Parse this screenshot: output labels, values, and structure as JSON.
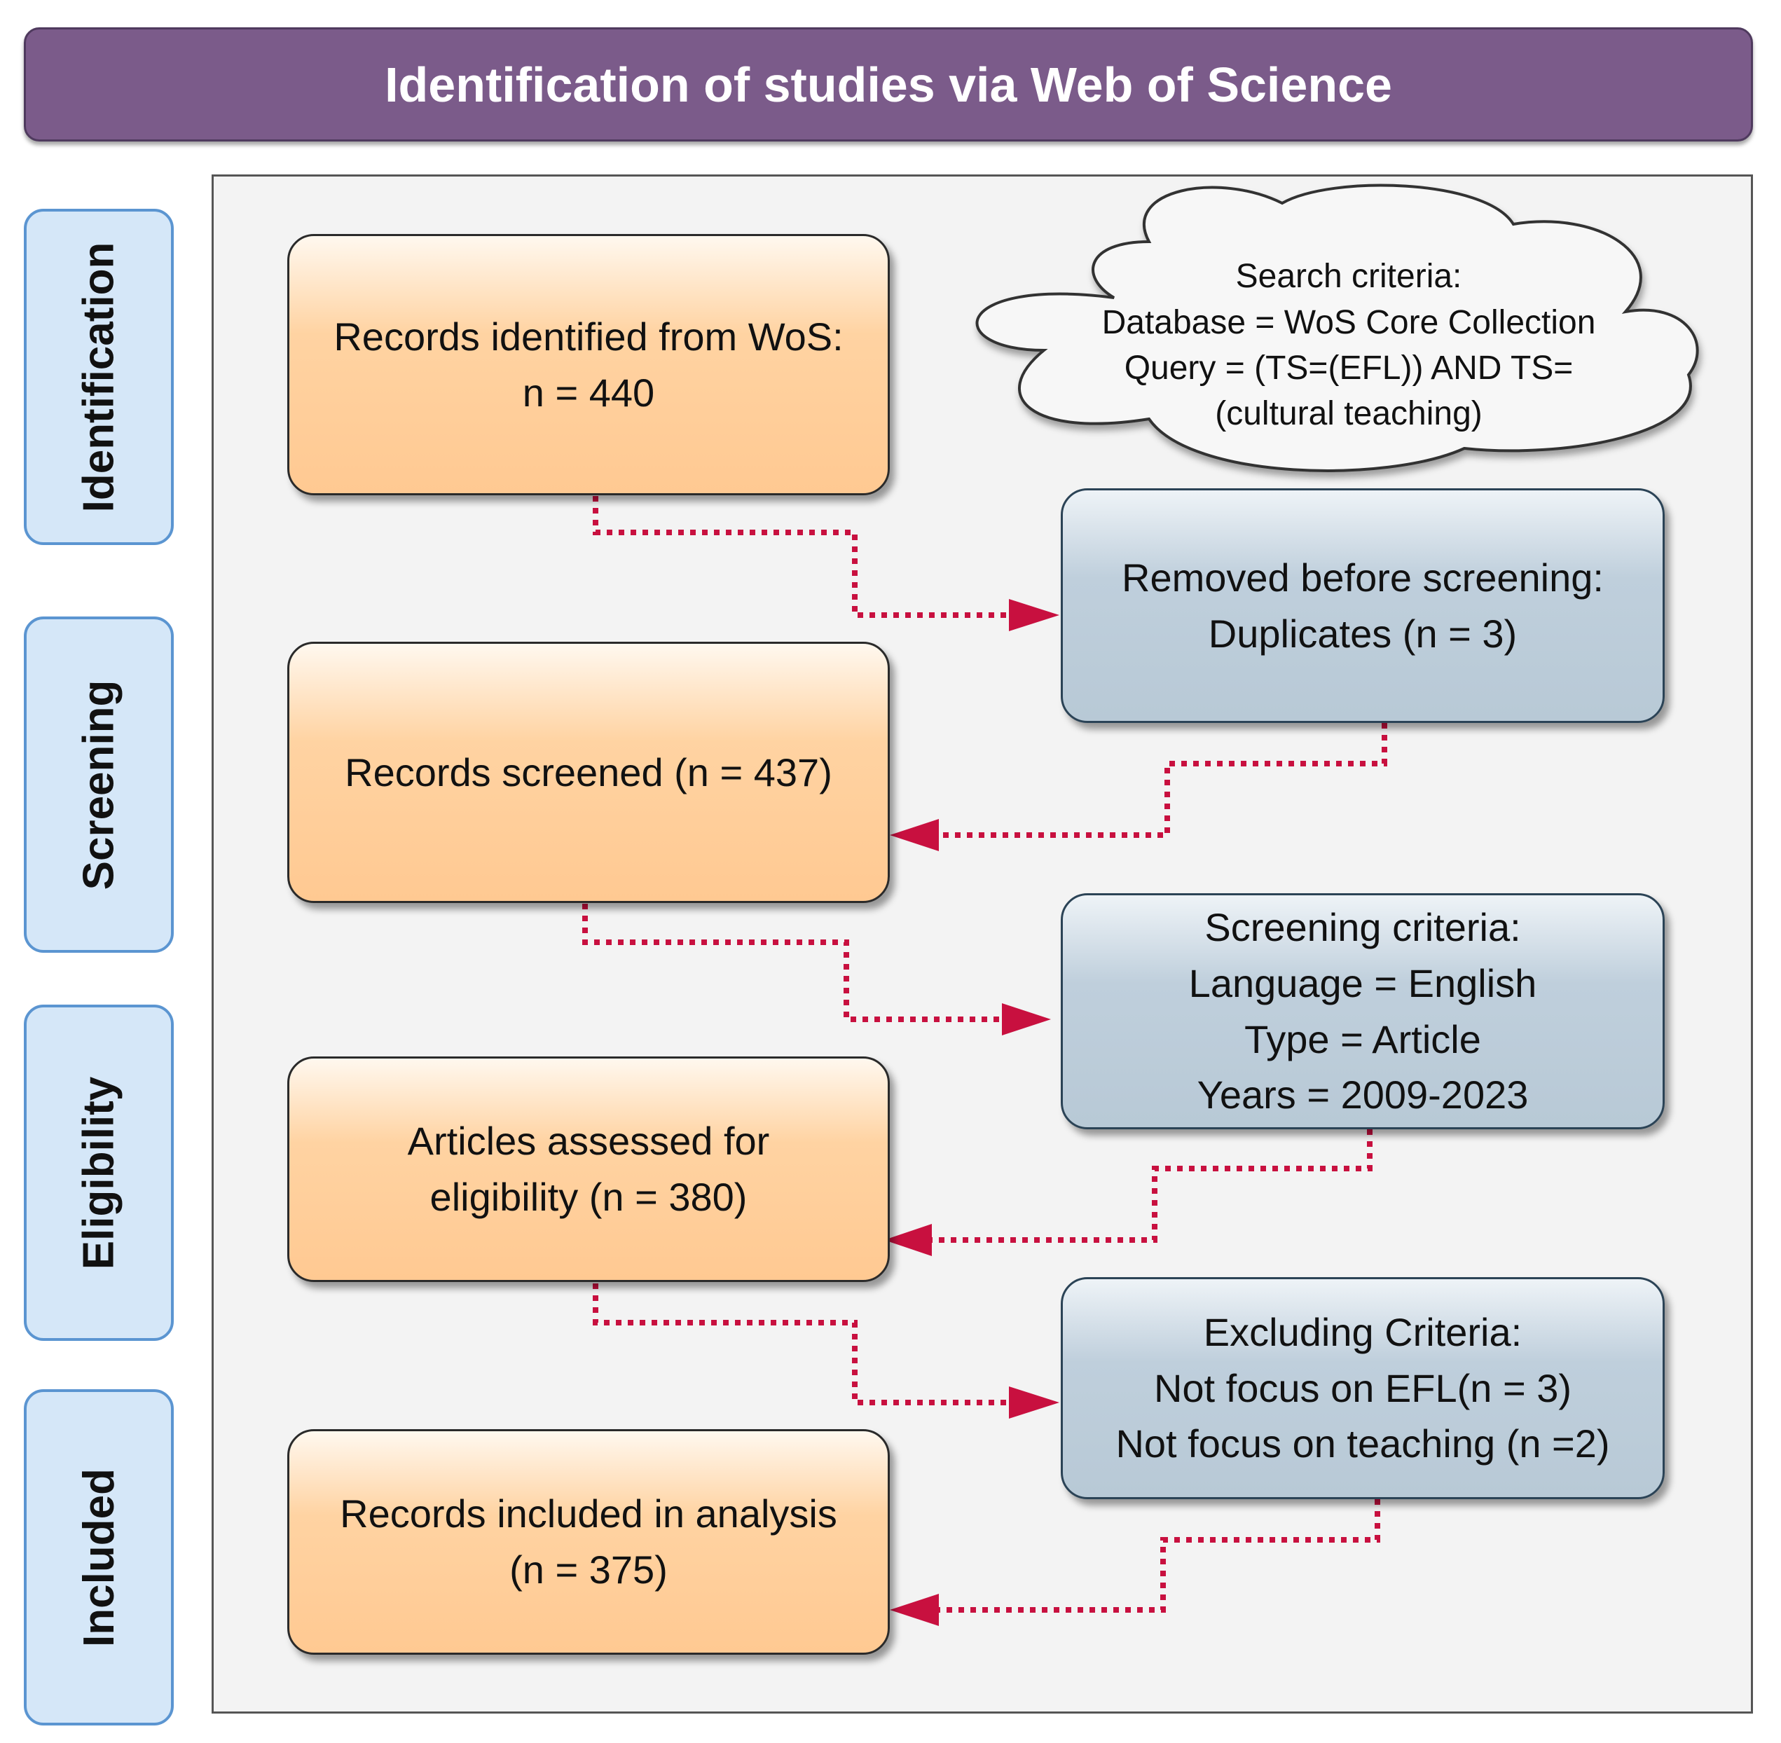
{
  "header": {
    "title": "Identification of studies via Web of Science"
  },
  "stages": [
    {
      "label": "Identification"
    },
    {
      "label": "Screening"
    },
    {
      "label": "Eligibility"
    },
    {
      "label": "Included"
    }
  ],
  "boxes": {
    "identified": {
      "lines": [
        "Records identified from WoS:",
        "n = 440"
      ]
    },
    "screened": {
      "lines": [
        "Records screened (n = 437)"
      ]
    },
    "eligibility": {
      "lines": [
        "Articles assessed for",
        "eligibility (n = 380)"
      ]
    },
    "included": {
      "lines": [
        "Records included in analysis",
        "(n = 375)"
      ]
    },
    "removed": {
      "lines": [
        "Removed before screening:",
        "Duplicates (n = 3)"
      ]
    },
    "screening_criteria": {
      "lines": [
        "Screening criteria:",
        "Language = English",
        "Type = Article",
        "Years = 2009-2023"
      ]
    },
    "excluding": {
      "lines": [
        "Excluding Criteria:",
        "Not focus on EFL(n = 3)",
        "Not focus on teaching (n =2)"
      ]
    }
  },
  "cloud": {
    "lines": [
      "Search criteria:",
      "Database = WoS Core Collection",
      "Query = (TS=(EFL)) AND TS=",
      "(cultural teaching)"
    ]
  },
  "colors": {
    "header": "#7b5b8a",
    "stage_fill": "#d5e7f8",
    "stage_border": "#5b95d1",
    "orange_box": "#ffc992",
    "blue_box": "#b8c9d6",
    "arrow": "#c8103f"
  }
}
